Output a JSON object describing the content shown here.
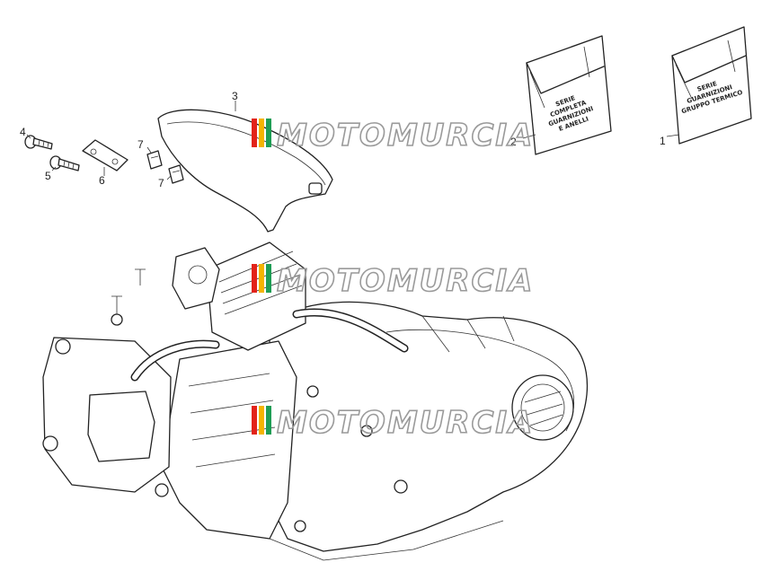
{
  "watermark": {
    "text": "MOTOMURCIA",
    "stripe_colors": [
      "#e2231a",
      "#f4b400",
      "#1f9d55"
    ]
  },
  "callouts": [
    "1",
    "2",
    "3",
    "4",
    "5",
    "6",
    "7",
    "7"
  ],
  "bags": [
    {
      "callout": "1",
      "lines": [
        "SERIE",
        "GUARNIZIONI",
        "GRUPPO TERMICO"
      ]
    },
    {
      "callout": "2",
      "lines": [
        "SERIE",
        "COMPLETA",
        "GUARNIZIONI",
        "E ANELLI"
      ]
    }
  ]
}
